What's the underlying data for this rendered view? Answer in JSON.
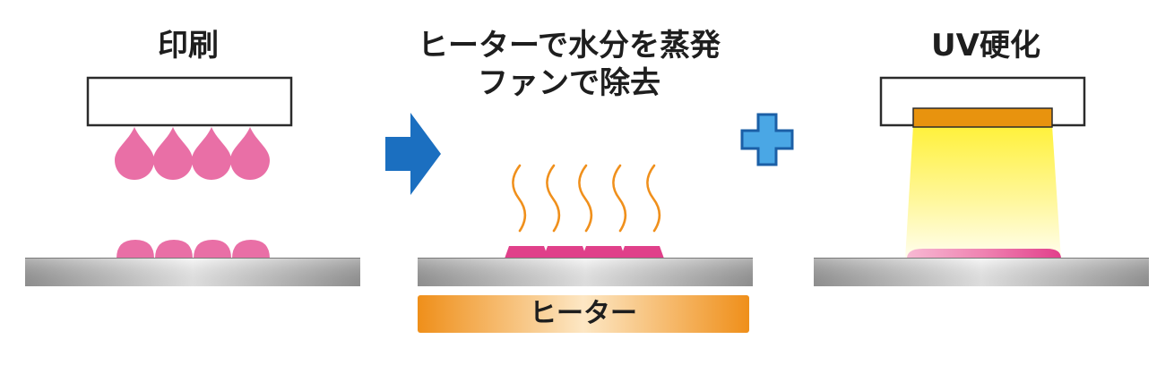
{
  "steps": {
    "print": {
      "title": "印刷"
    },
    "heater": {
      "title_line1": "ヒーターで水分を蒸発",
      "title_line2": "ファンで除去"
    },
    "uv": {
      "title": "UV硬化"
    }
  },
  "heater_label": "ヒーター",
  "connectors": {
    "arrow_icon": "arrow-right-icon",
    "plus_icon": "plus-icon"
  },
  "colors": {
    "ink": "#e96fa6",
    "ink_dark": "#e0408a",
    "arrow_blue": "#1b6fc0",
    "plus_blue": "#4aa7e5",
    "steam": "#f0901c",
    "lamp": "#e8930e",
    "heater_bar": "#f0951f",
    "uv_light": "#fff23a"
  }
}
